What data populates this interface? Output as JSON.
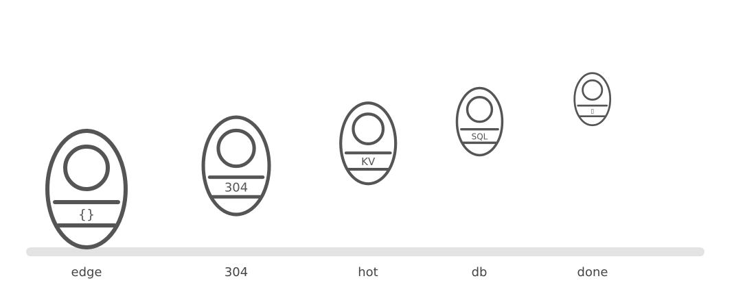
{
  "colors": {
    "stroke": "#555555",
    "track": "#e3e3e3",
    "label": "#444444"
  },
  "stages": [
    {
      "label": "edge",
      "token_text": "{}"
    },
    {
      "label": "304",
      "token_text": "304"
    },
    {
      "label": "hot",
      "token_text": "KV"
    },
    {
      "label": "db",
      "token_text": "SQL"
    },
    {
      "label": "done",
      "token_text": "▯"
    }
  ]
}
